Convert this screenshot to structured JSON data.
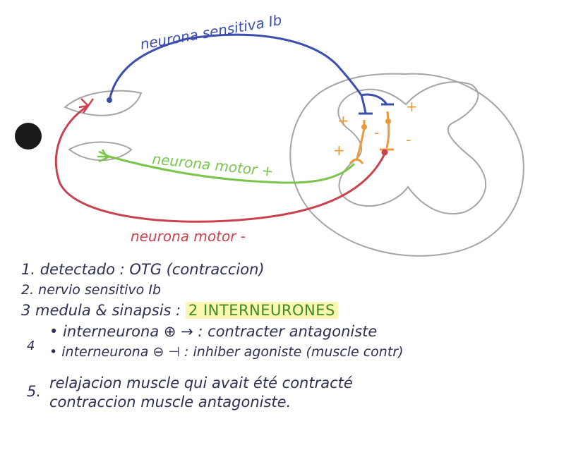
{
  "colors": {
    "sensory": "#3b4eb0",
    "motor_plus": "#79c54a",
    "motor_minus": "#c8434f",
    "interneuron": "#e89a3c",
    "outline": "#a5a5a5",
    "ink": "#2d3050",
    "highlight_bg": "#fbf6b0",
    "highlight_text": "#3f8a2c"
  },
  "diagram": {
    "label_sensory": "neurona sensitiva Ib",
    "label_motor_plus": "neurona motor +",
    "label_motor_minus": "neurona motor -",
    "sign_plus": "+",
    "sign_minus": "-"
  },
  "notes": {
    "line1": "1. detectado : OTG (contraccion)",
    "line2": "2. nervio sensitivo Ib",
    "line3_prefix": "3 medula & sinapsis :",
    "line3_highlight": "2 INTERNEURONES",
    "line4_number": "4",
    "line4a": "• interneurona ⊕ → : contracter antagoniste",
    "line4b": "• interneurona ⊖ ⊣ : inhiber agoniste (muscle contr)",
    "line5_number": "5.",
    "line5a": "relajacion muscle qui avait été contracté",
    "line5b": "contraccion muscle antagoniste."
  }
}
